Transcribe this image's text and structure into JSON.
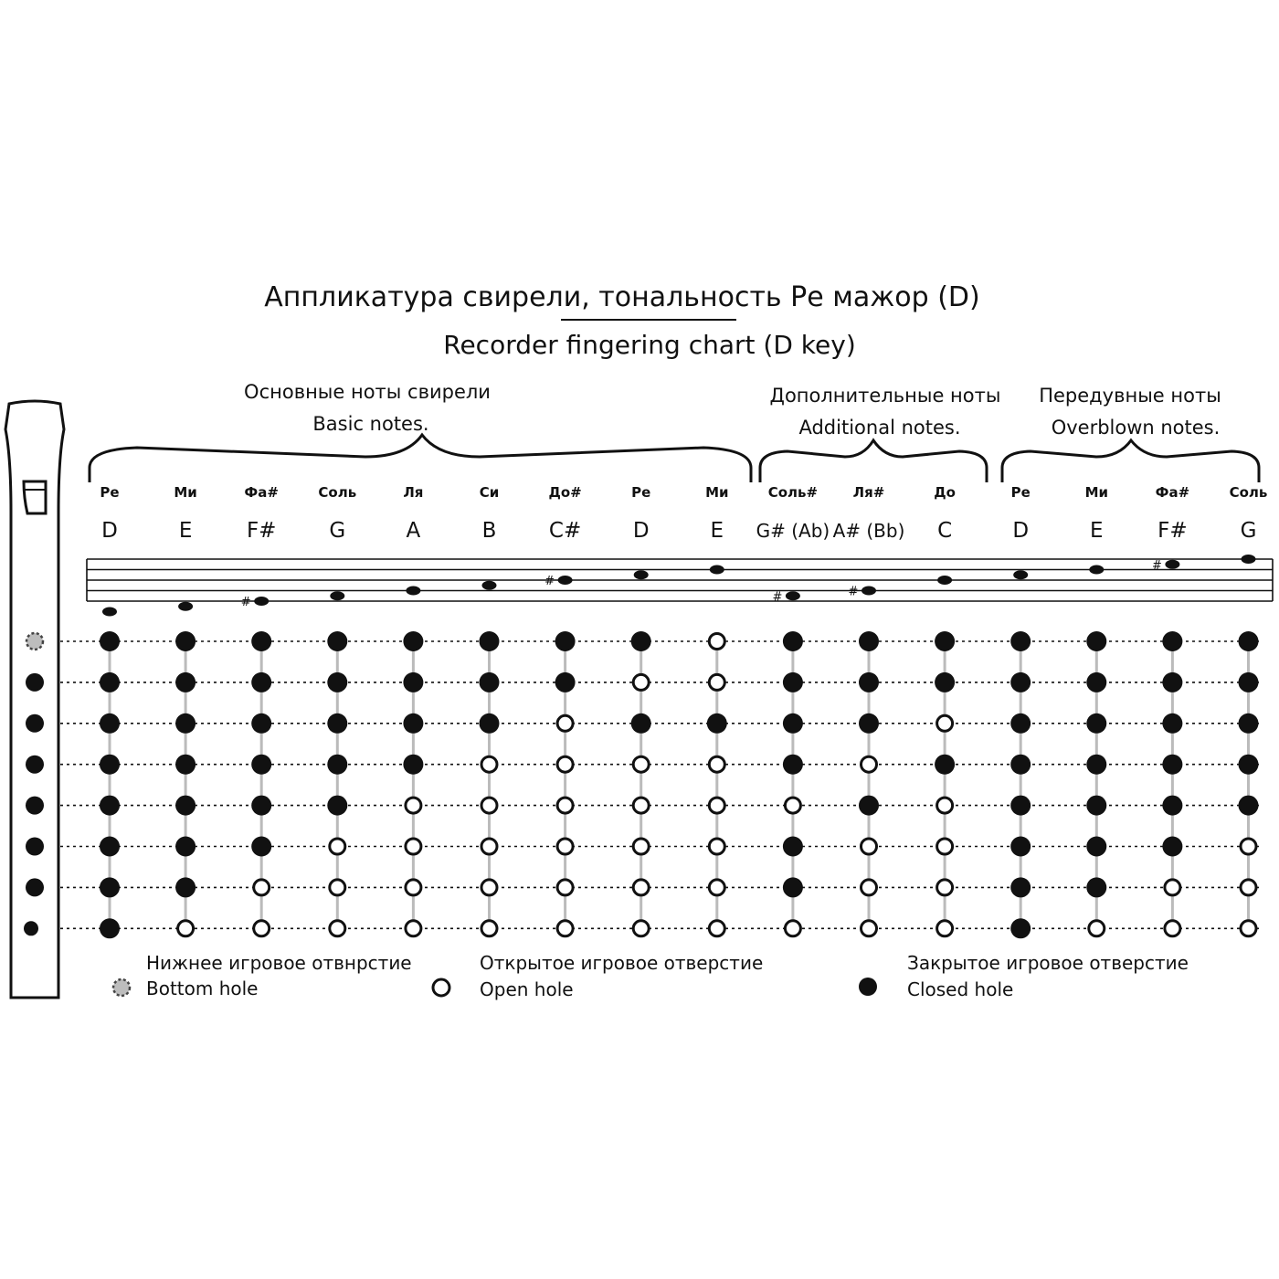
{
  "title_ru": "Аппликатура свирели, тональность Ре мажор (D)",
  "title_en": "Recorder fingering chart (D key)",
  "groups": [
    {
      "label_ru": "Основные ноты свирели",
      "label_en": "Basic notes."
    },
    {
      "label_ru": "Дополнительные ноты",
      "label_en": "Additional notes."
    },
    {
      "label_ru": "Передувные ноты",
      "label_en": "Overblown notes."
    }
  ],
  "notes": [
    {
      "ru": "Ре",
      "en": "D",
      "group": 0,
      "staff_step": -2,
      "sharp": false,
      "holes": [
        1,
        1,
        1,
        1,
        1,
        1,
        1,
        1
      ]
    },
    {
      "ru": "Ми",
      "en": "E",
      "group": 0,
      "staff_step": -1,
      "sharp": false,
      "holes": [
        1,
        1,
        1,
        1,
        1,
        1,
        1,
        0
      ]
    },
    {
      "ru": "Фа#",
      "en": "F#",
      "group": 0,
      "staff_step": 0,
      "sharp": true,
      "holes": [
        1,
        1,
        1,
        1,
        1,
        1,
        0,
        0
      ]
    },
    {
      "ru": "Соль",
      "en": "G",
      "group": 0,
      "staff_step": 1,
      "sharp": false,
      "holes": [
        1,
        1,
        1,
        1,
        1,
        0,
        0,
        0
      ]
    },
    {
      "ru": "Ля",
      "en": "A",
      "group": 0,
      "staff_step": 2,
      "sharp": false,
      "holes": [
        1,
        1,
        1,
        1,
        0,
        0,
        0,
        0
      ]
    },
    {
      "ru": "Си",
      "en": "B",
      "group": 0,
      "staff_step": 3,
      "sharp": false,
      "holes": [
        1,
        1,
        1,
        0,
        0,
        0,
        0,
        0
      ]
    },
    {
      "ru": "До#",
      "en": "C#",
      "group": 0,
      "staff_step": 4,
      "sharp": true,
      "holes": [
        1,
        1,
        0,
        0,
        0,
        0,
        0,
        0
      ]
    },
    {
      "ru": "Ре",
      "en": "D",
      "group": 0,
      "staff_step": 5,
      "sharp": false,
      "holes": [
        1,
        0,
        1,
        0,
        0,
        0,
        0,
        0
      ]
    },
    {
      "ru": "Ми",
      "en": "E",
      "group": 0,
      "staff_step": 6,
      "sharp": false,
      "holes": [
        0,
        0,
        1,
        0,
        0,
        0,
        0,
        0
      ]
    },
    {
      "ru": "Соль#",
      "en": "G# (Ab)",
      "group": 1,
      "staff_step": 1,
      "sharp": true,
      "holes": [
        1,
        1,
        1,
        1,
        0,
        1,
        1,
        0
      ]
    },
    {
      "ru": "Ля#",
      "en": "A# (Bb)",
      "group": 1,
      "staff_step": 2,
      "sharp": true,
      "holes": [
        1,
        1,
        1,
        0,
        1,
        0,
        0,
        0
      ]
    },
    {
      "ru": "До",
      "en": "C",
      "group": 1,
      "staff_step": 4,
      "sharp": false,
      "holes": [
        1,
        1,
        0,
        1,
        0,
        0,
        0,
        0
      ]
    },
    {
      "ru": "Ре",
      "en": "D",
      "group": 2,
      "staff_step": 5,
      "sharp": false,
      "holes": [
        1,
        1,
        1,
        1,
        1,
        1,
        1,
        1
      ]
    },
    {
      "ru": "Ми",
      "en": "E",
      "group": 2,
      "staff_step": 6,
      "sharp": false,
      "holes": [
        1,
        1,
        1,
        1,
        1,
        1,
        1,
        0
      ]
    },
    {
      "ru": "Фа#",
      "en": "F#",
      "group": 2,
      "staff_step": 7,
      "sharp": true,
      "holes": [
        1,
        1,
        1,
        1,
        1,
        1,
        0,
        0
      ]
    },
    {
      "ru": "Соль",
      "en": "G",
      "group": 2,
      "staff_step": 8,
      "sharp": false,
      "holes": [
        1,
        1,
        1,
        1,
        1,
        0,
        0,
        0
      ]
    }
  ],
  "legend": [
    {
      "label_ru": "Нижнее игровое отвнрстие",
      "label_en": "Bottom hole",
      "kind": "bottom"
    },
    {
      "label_ru": "Открытое игровое отверстие",
      "label_en": "Open hole",
      "kind": "open"
    },
    {
      "label_ru": "Закрытое игровое отверстие",
      "label_en": "Closed hole",
      "kind": "closed"
    }
  ],
  "colors": {
    "ink": "#111111",
    "grid_vertical": "#bbbbbb",
    "bottom_hole_fill": "#bdbdbd",
    "paper": "#ffffff"
  }
}
